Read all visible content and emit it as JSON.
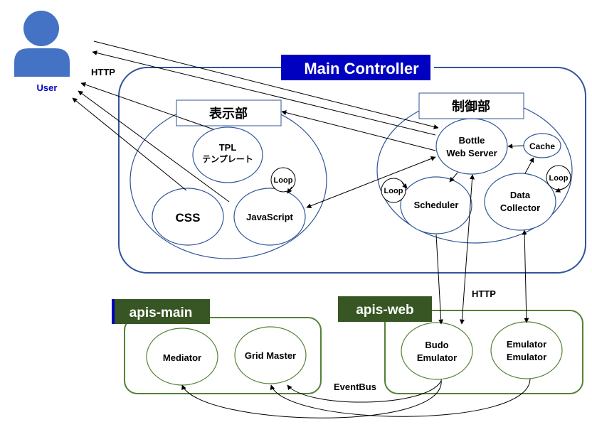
{
  "user": {
    "label": "User"
  },
  "protocols": {
    "http_user": "HTTP",
    "http_vertical": "HTTP",
    "eventbus": "EventBus"
  },
  "main_controller": {
    "title": "Main Controller",
    "display": {
      "title": "表示部",
      "tpl_line1": "TPL",
      "tpl_line2": "テンプレート",
      "css": "CSS",
      "javascript": "JavaScript",
      "loop": "Loop"
    },
    "control": {
      "title": "制御部",
      "bottle_line1": "Bottle",
      "bottle_line2": "Web Server",
      "cache": "Cache",
      "scheduler": "Scheduler",
      "collector_line1": "Data",
      "collector_line2": "Collector",
      "loop_scheduler": "Loop",
      "loop_collector": "Loop"
    }
  },
  "apis_main": {
    "title": "apis-main",
    "mediator": "Mediator",
    "grid_master": "Grid Master"
  },
  "apis_web": {
    "title": "apis-web",
    "budo_line1": "Budo",
    "budo_line2": "Emulator",
    "emu_line1": "Emulator",
    "emu_line2": "Emulator"
  },
  "colors": {
    "main_border": "#2f5597",
    "main_title_bg": "#0000c0",
    "apis_border": "#548235",
    "apis_title_bg": "#375623",
    "user_fill": "#4472c4",
    "user_label": "#0000c0"
  }
}
